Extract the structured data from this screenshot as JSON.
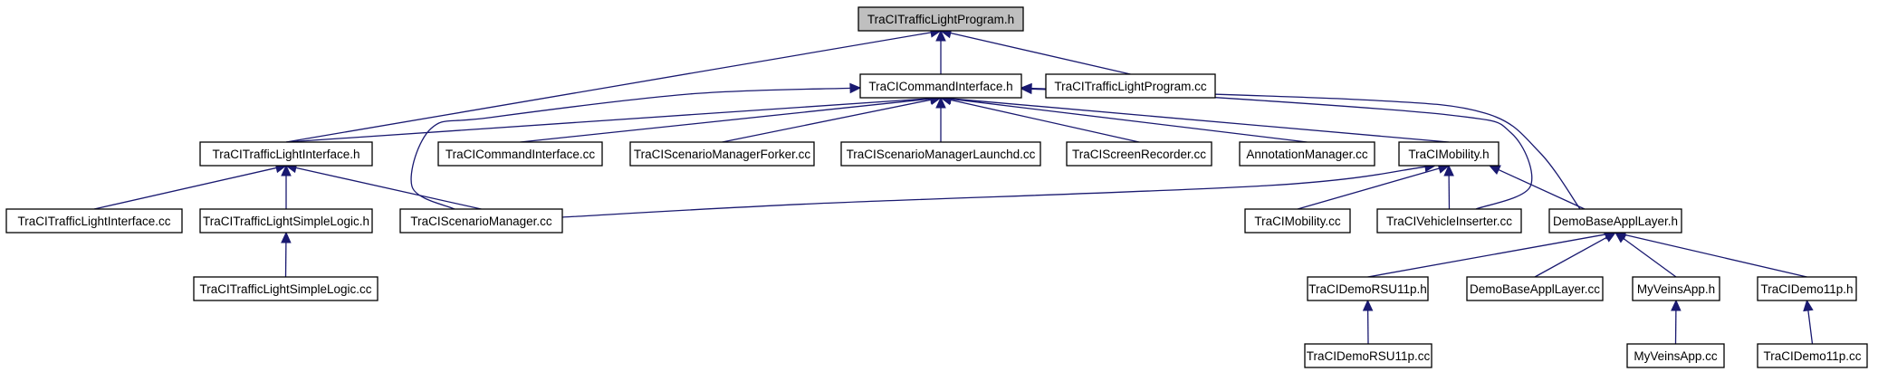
{
  "diagram": {
    "nodes": [
      {
        "id": "prog_h",
        "label": "TraCITrafficLightProgram.h",
        "root": true
      },
      {
        "id": "cmd_h",
        "label": "TraCICommandInterface.h"
      },
      {
        "id": "prog_cc",
        "label": "TraCITrafficLightProgram.cc"
      },
      {
        "id": "tli_h",
        "label": "TraCITrafficLightInterface.h"
      },
      {
        "id": "cmd_cc",
        "label": "TraCICommandInterface.cc"
      },
      {
        "id": "forker_cc",
        "label": "TraCIScenarioManagerForker.cc"
      },
      {
        "id": "launchd_cc",
        "label": "TraCIScenarioManagerLaunchd.cc"
      },
      {
        "id": "recorder_cc",
        "label": "TraCIScreenRecorder.cc"
      },
      {
        "id": "annot_cc",
        "label": "AnnotationManager.cc"
      },
      {
        "id": "mob_h",
        "label": "TraCIMobility.h"
      },
      {
        "id": "tli_cc",
        "label": "TraCITrafficLightInterface.cc"
      },
      {
        "id": "tlsl_h",
        "label": "TraCITrafficLightSimpleLogic.h"
      },
      {
        "id": "scen_cc",
        "label": "TraCIScenarioManager.cc"
      },
      {
        "id": "mob_cc",
        "label": "TraCIMobility.cc"
      },
      {
        "id": "vins_cc",
        "label": "TraCIVehicleInserter.cc"
      },
      {
        "id": "dbal_h",
        "label": "DemoBaseApplLayer.h"
      },
      {
        "id": "tlsl_cc",
        "label": "TraCITrafficLightSimpleLogic.cc"
      },
      {
        "id": "rsu_h",
        "label": "TraCIDemoRSU11p.h"
      },
      {
        "id": "dbal_cc",
        "label": "DemoBaseApplLayer.cc"
      },
      {
        "id": "veins_h",
        "label": "MyVeinsApp.h"
      },
      {
        "id": "demo11_h",
        "label": "TraCIDemo11p.h"
      },
      {
        "id": "rsu_cc",
        "label": "TraCIDemoRSU11p.cc"
      },
      {
        "id": "veins_cc",
        "label": "MyVeinsApp.cc"
      },
      {
        "id": "demo11_cc",
        "label": "TraCIDemo11p.cc"
      }
    ],
    "edges": [
      {
        "from": "cmd_h",
        "to": "prog_h"
      },
      {
        "from": "prog_cc",
        "to": "prog_h"
      },
      {
        "from": "tli_h",
        "to": "prog_h"
      },
      {
        "from": "tli_h",
        "to": "cmd_h"
      },
      {
        "from": "cmd_cc",
        "to": "cmd_h"
      },
      {
        "from": "forker_cc",
        "to": "cmd_h"
      },
      {
        "from": "launchd_cc",
        "to": "cmd_h"
      },
      {
        "from": "recorder_cc",
        "to": "cmd_h"
      },
      {
        "from": "annot_cc",
        "to": "cmd_h"
      },
      {
        "from": "mob_h",
        "to": "cmd_h"
      },
      {
        "from": "scen_cc",
        "to": "cmd_h"
      },
      {
        "from": "vins_cc",
        "to": "cmd_h"
      },
      {
        "from": "dbal_h",
        "to": "cmd_h"
      },
      {
        "from": "tli_cc",
        "to": "tli_h"
      },
      {
        "from": "tlsl_h",
        "to": "tli_h"
      },
      {
        "from": "scen_cc",
        "to": "tli_h"
      },
      {
        "from": "tlsl_cc",
        "to": "tlsl_h"
      },
      {
        "from": "scen_cc",
        "to": "mob_h"
      },
      {
        "from": "mob_cc",
        "to": "mob_h"
      },
      {
        "from": "vins_cc",
        "to": "mob_h"
      },
      {
        "from": "dbal_h",
        "to": "mob_h"
      },
      {
        "from": "rsu_h",
        "to": "dbal_h"
      },
      {
        "from": "dbal_cc",
        "to": "dbal_h"
      },
      {
        "from": "veins_h",
        "to": "dbal_h"
      },
      {
        "from": "demo11_h",
        "to": "dbal_h"
      },
      {
        "from": "rsu_cc",
        "to": "rsu_h"
      },
      {
        "from": "veins_cc",
        "to": "veins_h"
      },
      {
        "from": "demo11_cc",
        "to": "demo11_h"
      }
    ]
  }
}
